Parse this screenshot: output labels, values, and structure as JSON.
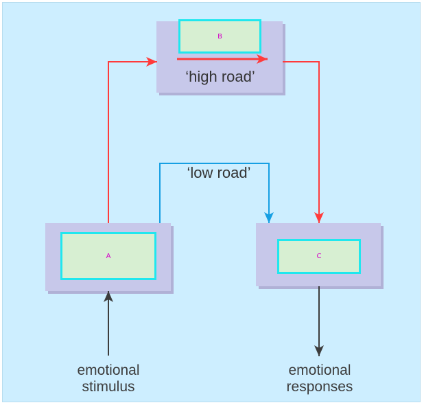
{
  "nodes": {
    "a": {
      "label": "A"
    },
    "b": {
      "label": "B"
    },
    "c": {
      "label": "C"
    }
  },
  "routes": {
    "high": "‘high road’",
    "low": "‘low road’"
  },
  "inputs": {
    "stimulus": "emotional\nstimulus"
  },
  "outputs": {
    "responses": "emotional\nresponses"
  },
  "colors": {
    "background": "#cdeeff",
    "node_fill": "#c7c8ea",
    "inner_fill": "#d7efd2",
    "inner_border": "#20e7ee",
    "label_text": "#d400c8",
    "high_road": "#ff3b3b",
    "low_road": "#169fe3",
    "stimulus_arrow": "#3c3c3c"
  }
}
